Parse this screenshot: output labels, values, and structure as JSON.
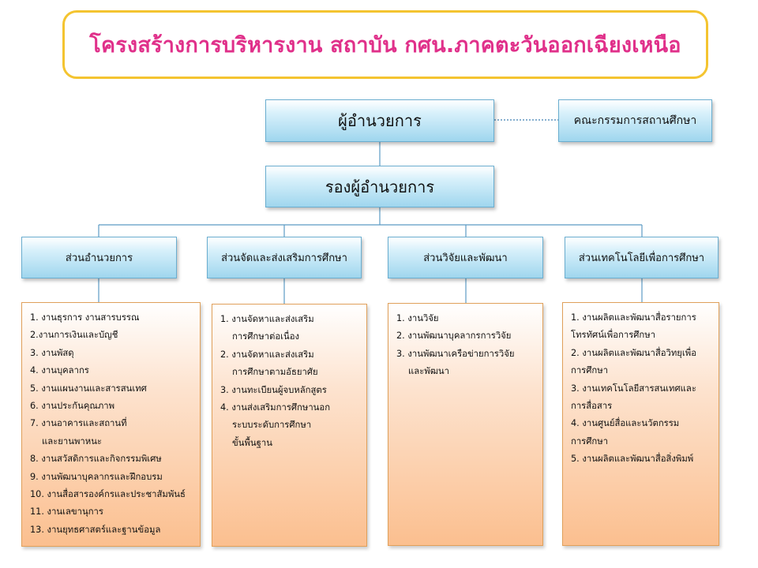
{
  "title": "โครงสร้างการบริหารงาน สถาบัน กศน.ภาคตะวันออกเฉียงเหนือ",
  "director": "ผู้อำนวยการ",
  "committee": "คณะกรรมการสถานศึกษา",
  "deputy_director": "รองผู้อำนวยการ",
  "divisions": [
    {
      "name": "ส่วนอำนวยการ",
      "items": [
        "1. งานธุรการ งานสารบรรณ",
        "2.งานการเงินและบัญชี",
        "3. งานพัสดุ",
        "4. งานบุคลากร",
        "5. งานแผนงานและสารสนเทศ",
        "6. งานประกันคุณภาพ",
        "7. งานอาคารและสถานที่",
        "และยานพาหนะ",
        "8. งานสวัสดิการและกิจกรรมพิเศษ",
        "9. งานพัฒนาบุคลากรและฝึกอบรม",
        "10. งานสื่อสารองค์กรและประชาสัมพันธ์",
        "11. งานเลขานุการ",
        "13. งานยุทธศาสตร์และฐานข้อมูล"
      ]
    },
    {
      "name": "ส่วนจัดและส่งเสริมการศึกษา",
      "items": [
        "1. งานจัดหาและส่งเสริม",
        "การศึกษาต่อเนื่อง",
        "2. งานจัดหาและส่งเสริม",
        "การศึกษาตามอัธยาศัย",
        "3. งานทะเบียนผู้จบหลักสูตร",
        "4. งานส่งเสริมการศึกษานอก",
        "ระบบระดับการศึกษา",
        "ขั้นพื้นฐาน"
      ]
    },
    {
      "name": "ส่วนวิจัยและพัฒนา",
      "items": [
        "1. งานวิจัย",
        "2. งานพัฒนาบุคลากรการวิจัย",
        "3. งานพัฒนาเครือข่ายการวิจัย",
        "และพัฒนา"
      ]
    },
    {
      "name": "ส่วนเทคโนโลยีเพื่อการศึกษา",
      "items": [
        "1. งานผลิตและพัฒนาสื่อรายการ",
        "โทรทัศน์เพื่อการศึกษา",
        "2. งานผลิตและพัฒนาสื่อวิทยุเพื่อ",
        "การศึกษา",
        "3. งานเทคโนโลยีสารสนเทศและ",
        "การสื่อสาร",
        "4. งานศูนย์สื่อและนวัตกรรม",
        "การศึกษา",
        "5. งานผลิตและพัฒนาสื่อสิ่งพิมพ์"
      ]
    }
  ]
}
